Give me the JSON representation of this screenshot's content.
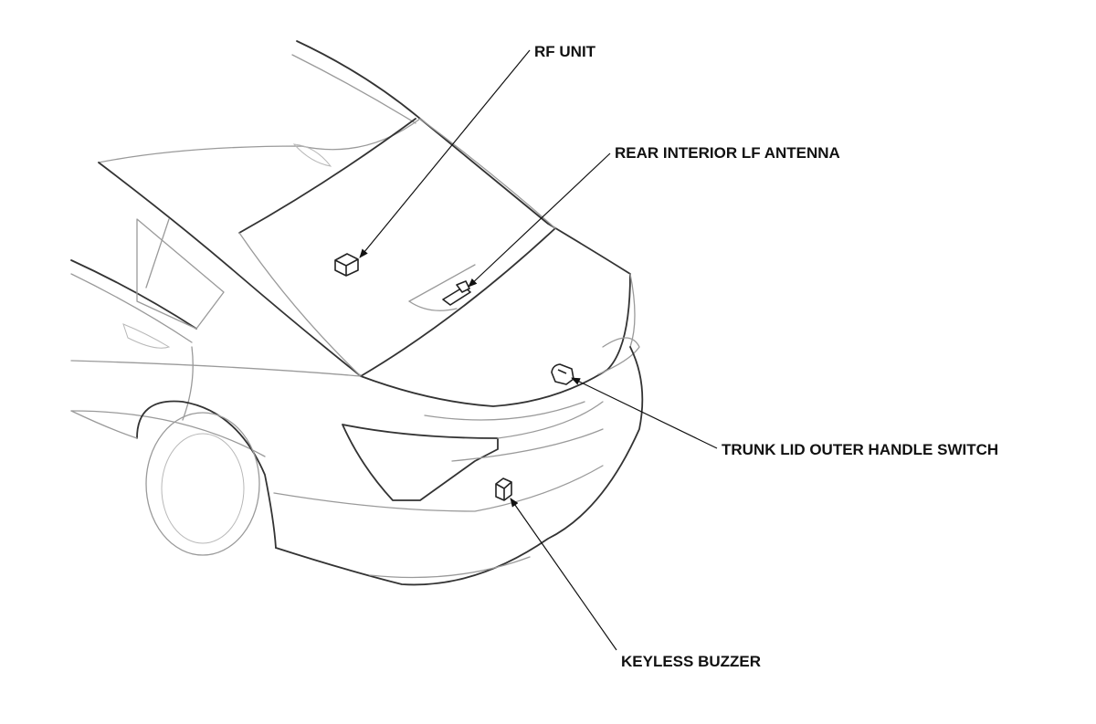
{
  "labels": {
    "rf_unit": "RF UNIT",
    "rear_interior_lf_antenna": "REAR INTERIOR LF ANTENNA",
    "trunk_lid_outer_handle_switch": "TRUNK LID OUTER HANDLE SWITCH",
    "keyless_buzzer": "KEYLESS BUZZER"
  }
}
